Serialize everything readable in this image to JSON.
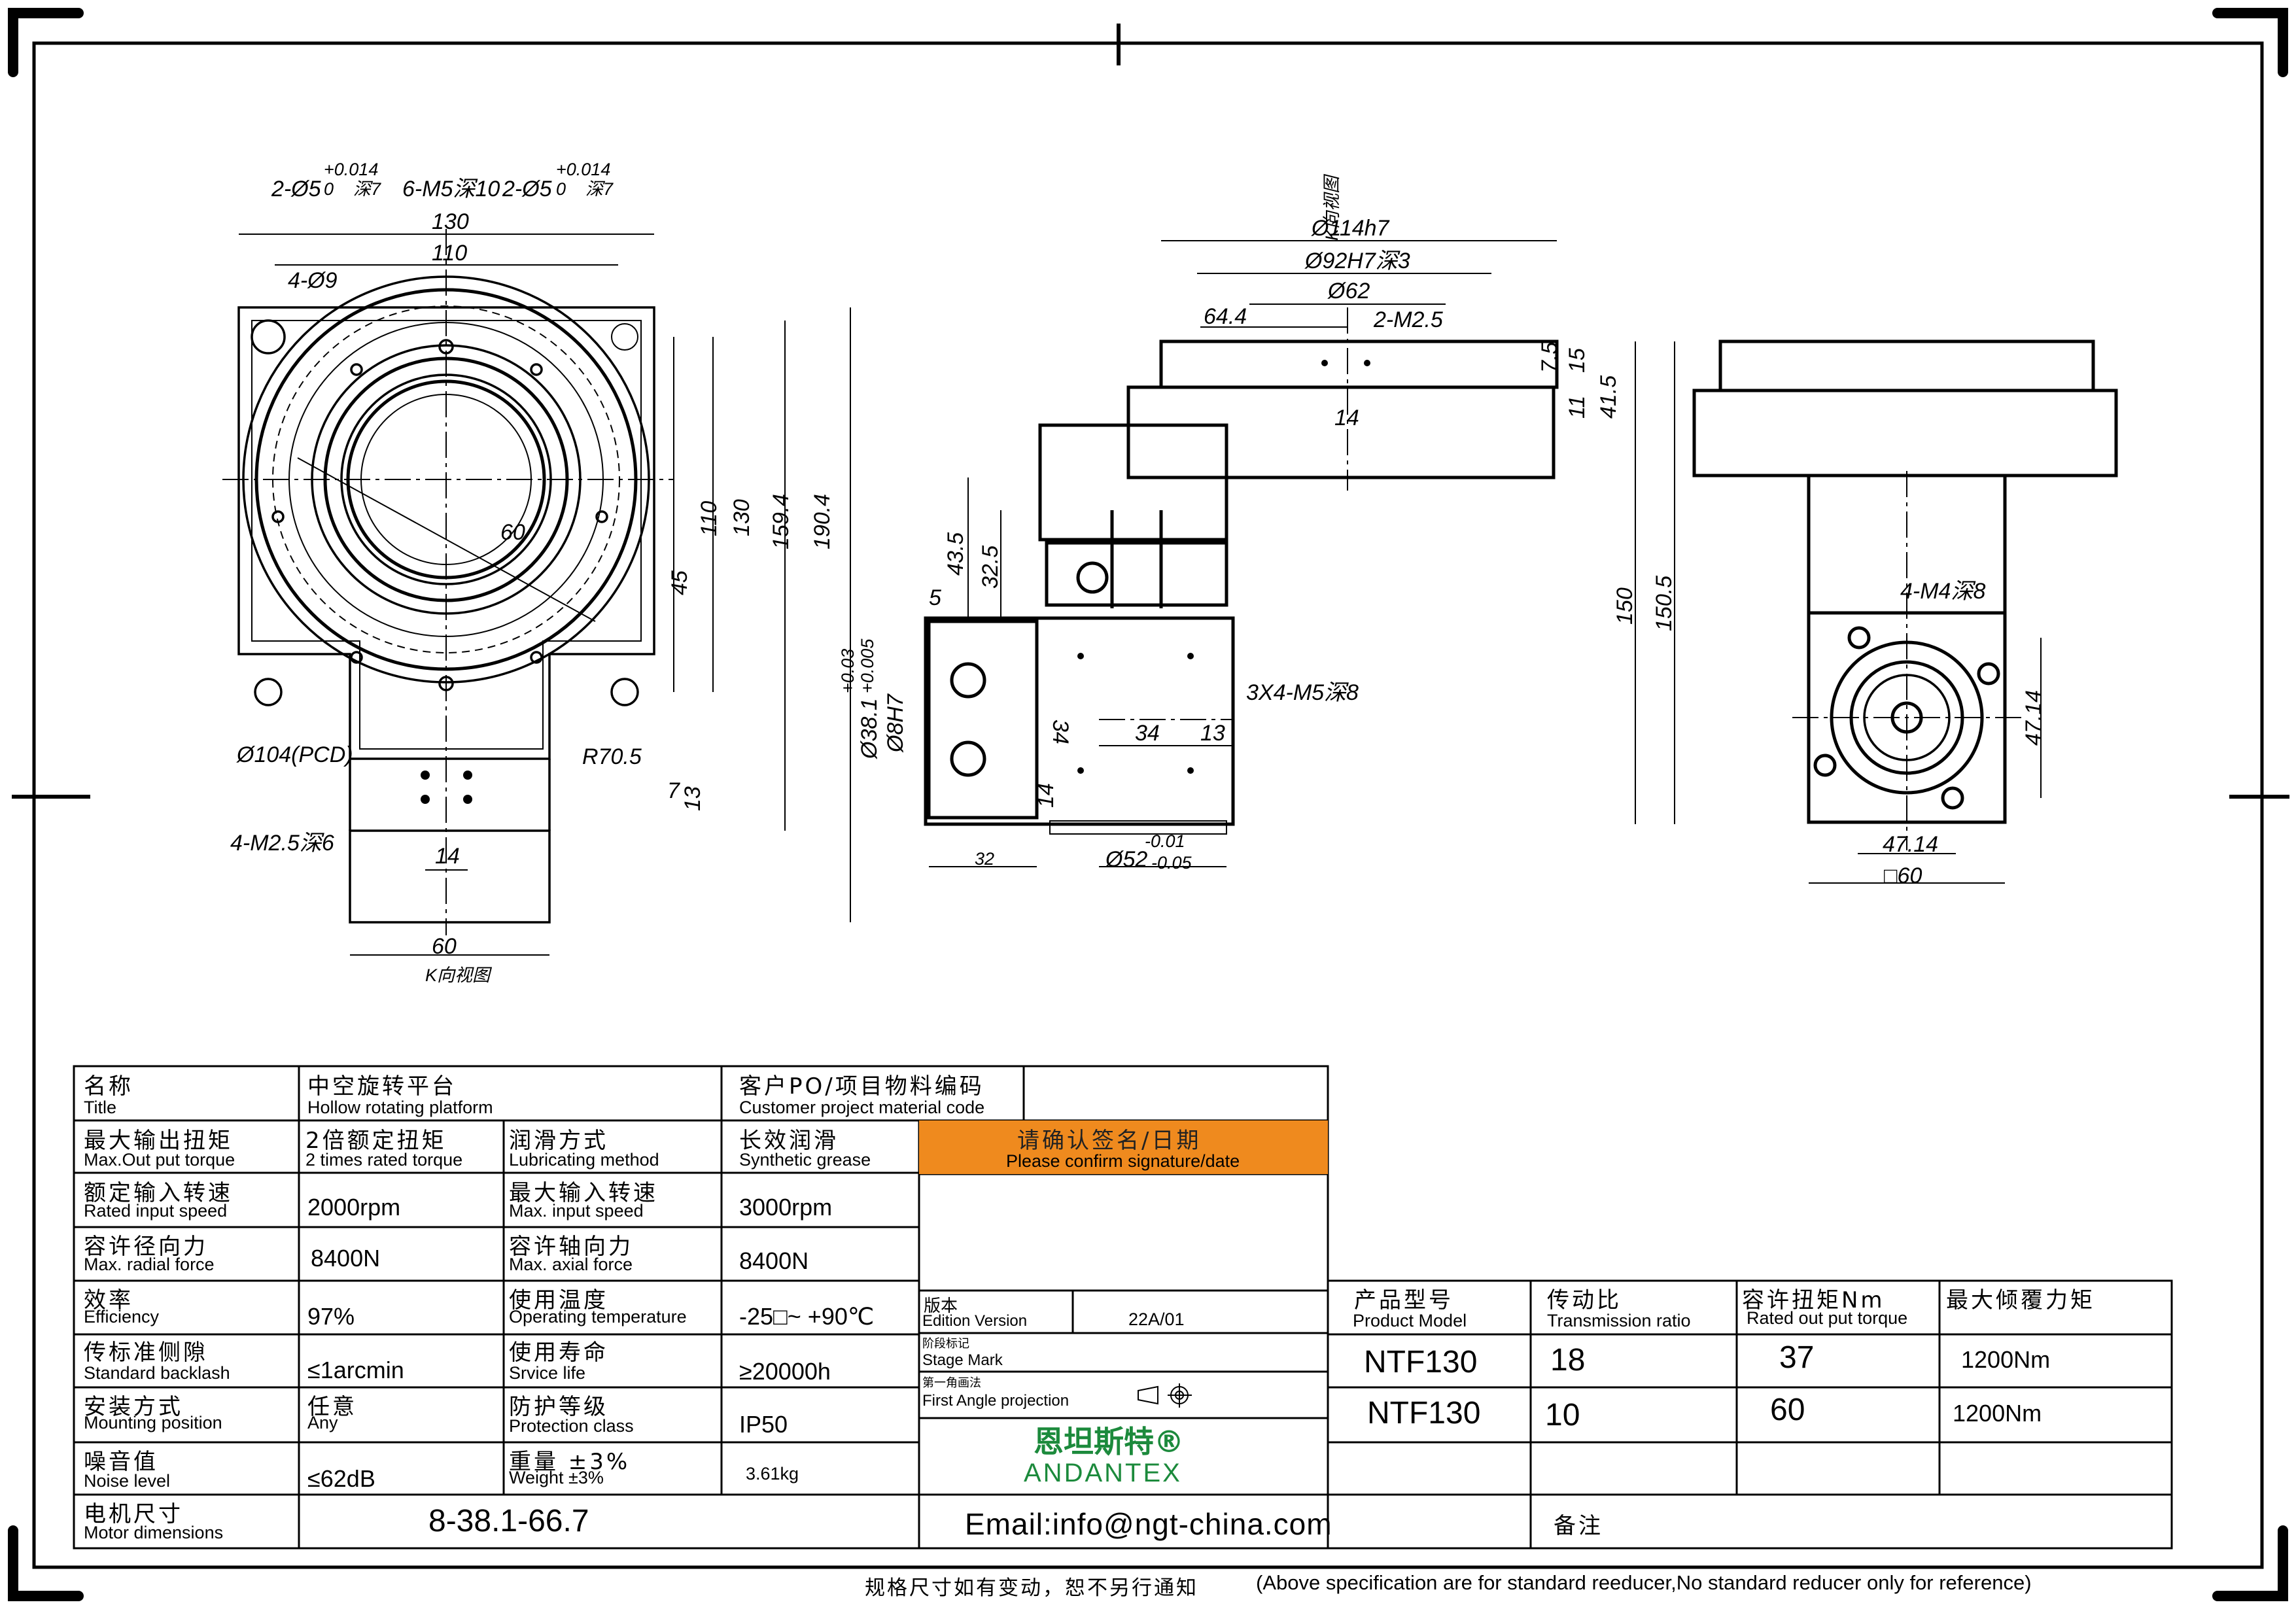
{
  "drawing": {
    "left_view": {
      "holes_top_left": "2-Ø5",
      "holes_tol": "+0.014",
      "holes_tol_low": "0",
      "holes_depth": "深7",
      "thread_label": "6-M5深10",
      "holes_top_right": "2-Ø5",
      "holes_4": "4-Ø9",
      "dim_130_top": "130",
      "dim_110_top": "110",
      "dim_60_center": "60",
      "dim_45": "45",
      "dim_110_side": "110",
      "dim_130_side": "130",
      "dim_159_4": "159.4",
      "dim_190_4": "190.4",
      "pcd": "Ø104(PCD)",
      "r70_5": "R70.5",
      "dim_7": "7",
      "dim_13": "13",
      "thread_m2_5": "4-M2.5深6",
      "dim_14": "14",
      "dim_60_bottom": "60",
      "view_k": "K向视图",
      "view_k_arrow": "K"
    },
    "middle_view": {
      "view_label": "K向视图",
      "d114": "Ø114h7",
      "d92": "Ø92H7深3",
      "d62": "Ø62",
      "dim_64_4": "64.4",
      "m2_5": "2-M2.5",
      "dim_7_5": "7.5",
      "dim_15": "15",
      "dim_11": "11",
      "dim_41_5": "41.5",
      "dim_14": "14",
      "dim_43_5": "43.5",
      "dim_32_5": "32.5",
      "dim_5": "5",
      "d38": "Ø38.1",
      "d38_tol_hi": "+0.03",
      "d38_tol_lo": "+0.005",
      "d8": "Ø8H7",
      "dim_34_v": "34",
      "m5": "3X4-M5深8",
      "dim_34_h": "34",
      "dim_13": "13",
      "dim_14_v": "14",
      "dim_32": "32",
      "d52": "Ø52",
      "d52_tol_hi": "-0.01",
      "d52_tol_lo": "-0.05",
      "dim_150": "150",
      "dim_150_5": "150.5"
    },
    "right_view": {
      "m4": "4-M4深8",
      "dim_47_14_v": "47.14",
      "dim_47_14_h": "47.14",
      "square_60": "□60"
    }
  },
  "spec_table": {
    "title_zh": "名称",
    "title_en": "Title",
    "title_value_zh": "中空旋转平台",
    "title_value_en": "Hollow rotating platform",
    "customer_zh": "客户PO/项目物料编码",
    "customer_en": "Customer project material code",
    "confirm_zh": "请确认签名/日期",
    "confirm_en": "Please confirm signature/date",
    "rows": [
      {
        "zh": "最大输出扭矩",
        "en": "Max.Out put torque",
        "val_zh": "2倍额定扭矩",
        "val_en": "2 times rated torque",
        "zh2": "润滑方式",
        "en2": "Lubricating method",
        "val2_zh": "长效润滑",
        "val2_en": "Synthetic grease"
      },
      {
        "zh": "额定输入转速",
        "en": "Rated input speed",
        "val": "2000rpm",
        "zh2": "最大输入转速",
        "en2": "Max. input speed",
        "val2": "3000rpm"
      },
      {
        "zh": "容许径向力",
        "en": "Max. radial force",
        "val": "8400N",
        "zh2": "容许轴向力",
        "en2": "Max. axial force",
        "val2": "8400N"
      },
      {
        "zh": "效率",
        "en": "Efficiency",
        "val": "97%",
        "zh2": "使用温度",
        "en2": "Operating temperature",
        "val2": "-25□~ +90℃"
      },
      {
        "zh": "传标准侧隙",
        "en": "Standard backlash",
        "val": "≤1arcmin",
        "zh2": "使用寿命",
        "en2": "Srvice life",
        "val2": "≥20000h"
      },
      {
        "zh": "安装方式",
        "en": "Mounting position",
        "val_zh": "任意",
        "val_en": "Any",
        "zh2": "防护等级",
        "en2": "Protection class",
        "val2": "IP50"
      },
      {
        "zh": "噪音值",
        "en": "Noise level",
        "val": "≤62dB",
        "zh2": "重量 ±3%",
        "en2": "Weight ±3%",
        "val2": "3.61kg"
      }
    ],
    "motor_zh": "电机尺寸",
    "motor_en": "Motor dimensions",
    "motor_val": "8-38.1-66.7",
    "edition_zh": "版本",
    "edition_en": "Edition Version",
    "edition_val": "22A/01",
    "stage_zh": "阶段标记",
    "stage_en": "Stage Mark",
    "projection_zh": "第一角画法",
    "projection_en": "First Angle projection",
    "brand_zh": "恩坦斯特®",
    "brand_en": "ANDANTEX",
    "email": "Email:info@ngt-china.com",
    "remark_zh": "备注"
  },
  "model_table": {
    "headers": [
      {
        "zh": "产品型号",
        "en": "Product Model"
      },
      {
        "zh": "传动比",
        "en": "Transmission ratio"
      },
      {
        "zh": "容许扭矩Nm",
        "en": "Rated out put torque"
      },
      {
        "zh": "最大倾覆力矩",
        "en": ""
      }
    ],
    "rows": [
      [
        "NTF130",
        "18",
        "37",
        "1200Nm"
      ],
      [
        "NTF130",
        "10",
        "60",
        "1200Nm"
      ]
    ]
  },
  "footer": {
    "note_zh": "规格尺寸如有变动，恕不另行通知",
    "note_en": "(Above specification are for standard reeducer,No standard reducer only for reference)"
  },
  "colors": {
    "orange": "#ef8a1e",
    "brand_green": "#1c8a3c"
  }
}
